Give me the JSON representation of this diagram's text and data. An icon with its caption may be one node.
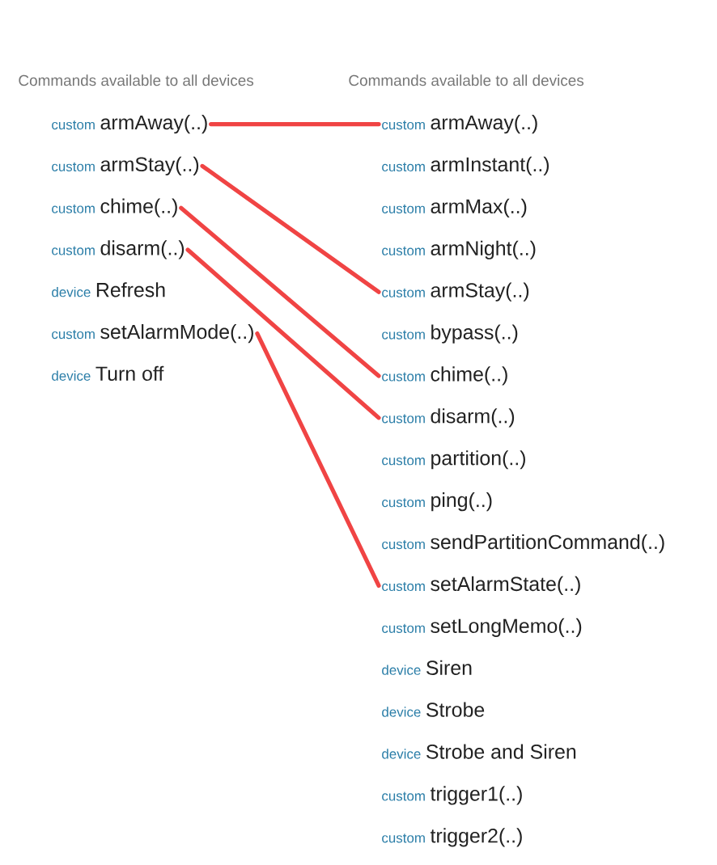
{
  "diagram": {
    "nodes": [
      {
        "text": [
          "custom",
          "armAway(..)"
        ]
      },
      {
        "text": [
          "custom",
          "armStay(..)"
        ]
      },
      {
        "text": [
          "custom",
          "chime(..)"
        ]
      },
      {
        "text": [
          "custom",
          "disarm(..)"
        ]
      },
      {
        "text": [
          "device",
          "Refresh"
        ]
      },
      {
        "text": [
          "custom",
          "setAlarmMode(..)"
        ]
      },
      {
        "text": [
          "device",
          "Turn off"
        ]
      },
      {
        "text": [
          "custom",
          "armAway(..)"
        ]
      },
      {
        "text": [
          "custom",
          "armInstant(..)"
        ]
      },
      {
        "text": [
          "custom",
          "armMax(..)"
        ]
      },
      {
        "text": [
          "custom",
          "armNight(..)"
        ]
      },
      {
        "text": [
          "custom",
          "armStay(..)"
        ]
      },
      {
        "text": [
          "custom",
          "bypass(..)"
        ]
      },
      {
        "text": [
          "custom",
          "chime(..)"
        ]
      },
      {
        "text": [
          "custom",
          "disarm(..)"
        ]
      },
      {
        "text": [
          "custom",
          "partition(..)"
        ]
      },
      {
        "text": [
          "custom",
          "ping(..)"
        ]
      },
      {
        "text": [
          "custom",
          "sendPartitionCommand(..)"
        ]
      },
      {
        "text": [
          "custom",
          "setAlarmState(..)"
        ]
      },
      {
        "text": [
          "custom",
          "setLongMemo(..)"
        ]
      },
      {
        "text": [
          "device",
          "Siren"
        ]
      },
      {
        "text": [
          "device",
          "Strobe"
        ]
      },
      {
        "text": [
          "device",
          "Strobe and Siren"
        ]
      },
      {
        "text": [
          "custom",
          "trigger1(..)"
        ]
      },
      {
        "text": [
          "custom",
          "trigger2(..)"
        ]
      }
    ],
    "edges": [
      {
        "from": 0,
        "to": 7,
        "arrow": "none"
      },
      {
        "from": 1,
        "to": 11,
        "arrow": "none"
      },
      {
        "from": 2,
        "to": 13,
        "arrow": "none"
      },
      {
        "from": 3,
        "to": 14,
        "arrow": "none"
      },
      {
        "from": 5,
        "to": 18,
        "arrow": "none"
      }
    ],
    "labels": [
      "Commands available to all devices",
      "Commands available to all devices"
    ]
  }
}
